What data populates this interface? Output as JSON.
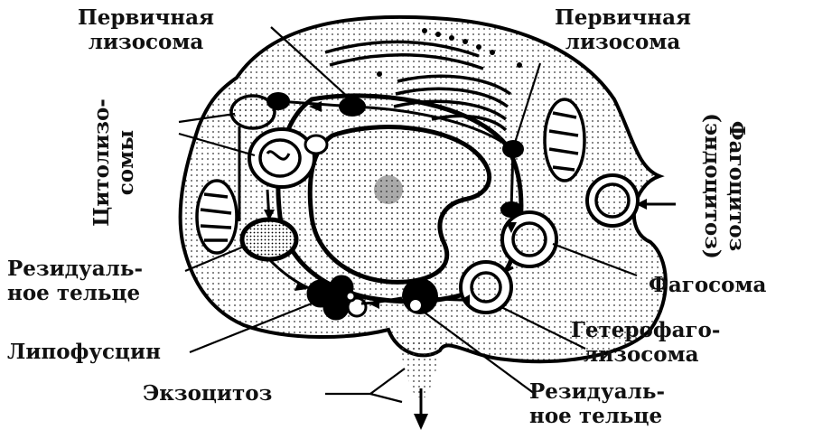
{
  "labels": {
    "primary_lysosome_left": [
      "Первичная",
      "лизосома"
    ],
    "primary_lysosome_right": [
      "Первичная",
      "лизосома"
    ],
    "cytolysosomes": [
      "Цитолизо-",
      "сомы"
    ],
    "phagocytosis": [
      "Фагоцитоз",
      "(эндоцитоз)"
    ],
    "residual_body_left": [
      "Резидуаль-",
      "ное тельце"
    ],
    "phagosome": "Фагосома",
    "heterophagolysosome": [
      "Гетерофаго-",
      "лизосома"
    ],
    "lipofuscin": "Липофусцин",
    "exocytosis": "Экзоцитоз",
    "residual_body_bottom": [
      "Резидуаль-",
      "ное тельце"
    ]
  }
}
